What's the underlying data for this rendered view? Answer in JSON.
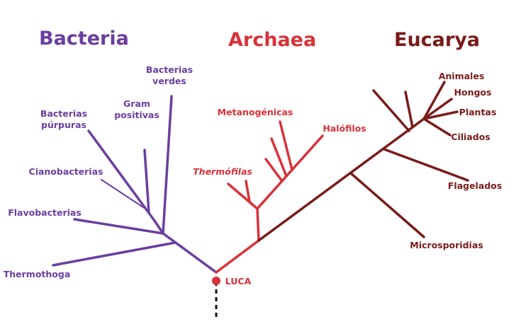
{
  "colors": {
    "bacteria": "#6a3fa0",
    "archaea": "#d8323a",
    "eucarya": "#7a1b1b",
    "luca": "#d8323a",
    "root_line": "#111111"
  },
  "domains": {
    "bacteria": "Bacteria",
    "archaea": "Archaea",
    "eucarya": "Eucarya"
  },
  "luca": "LUCA",
  "bacteria": {
    "bacterias_verdes_1": "Bacterias",
    "bacterias_verdes_2": "verdes",
    "gram_positivas_1": "Gram",
    "gram_positivas_2": "positivas",
    "bacterias_purpuras_1": "Bacterias",
    "bacterias_purpuras_2": "púrpuras",
    "cianobacterias": "Cianobacterias",
    "flavobacterias": "Flavobacterias",
    "thermothoga": "Thermothoga"
  },
  "archaea": {
    "metanogenicas": "Metanogénicas",
    "halofilos": "Halófilos",
    "termofilas": "Thermófilas"
  },
  "eucarya": {
    "animales": "Animales",
    "hongos": "Hongos",
    "plantas": "Plantas",
    "ciliados": "Ciliados",
    "flagelados": "Flagelados",
    "microsporidias": "Microsporidias"
  }
}
